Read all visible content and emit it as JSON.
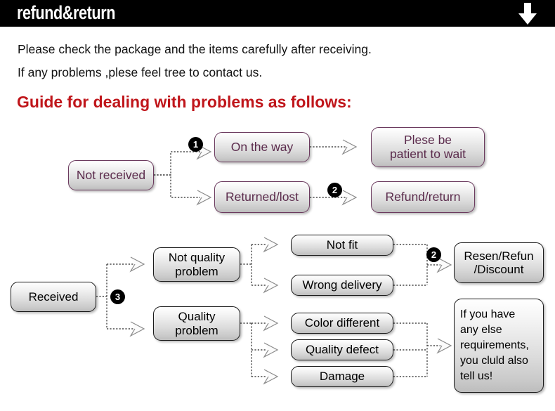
{
  "header": {
    "title": "refund&return",
    "arrow_icon": "down-arrow-icon",
    "background": "#000000",
    "text_color": "#ffffff"
  },
  "intro": {
    "line1": "Please check the package and the items carefully after receiving.",
    "line2": "If any problems ,plese feel tree to contact us.",
    "guide_heading": "Guide for dealing with problems as follows:",
    "heading_color": "#c0161b"
  },
  "flow_top": {
    "accent_color": "#5b2b4c",
    "start": {
      "label": "Not received"
    },
    "branches": [
      {
        "badge": "1",
        "label": "On the way",
        "result": "Plese be\npatient to wait",
        "result_line1": "Plese be",
        "result_line2": "patient to wait"
      },
      {
        "badge": "2",
        "label": "Returned/lost",
        "result": "Refund/return"
      }
    ]
  },
  "flow_bottom": {
    "accent_color": "#000000",
    "start": {
      "label": "Received",
      "badge": "3"
    },
    "categories": [
      {
        "label_line1": "Not quality",
        "label_line2": "problem",
        "items": [
          "Not fit",
          "Wrong delivery"
        ],
        "outcome_badge": "2",
        "outcome_line1": "Resen/Refun",
        "outcome_line2": "/Discount"
      },
      {
        "label_line1": "Quality",
        "label_line2": "problem",
        "items": [
          "Color different",
          "Quality defect",
          "Damage"
        ],
        "outcome_line1": "If you have",
        "outcome_line2": "any else",
        "outcome_line3": "requirements,",
        "outcome_line4": "you cluld also",
        "outcome_line5": "tell us!"
      }
    ]
  }
}
